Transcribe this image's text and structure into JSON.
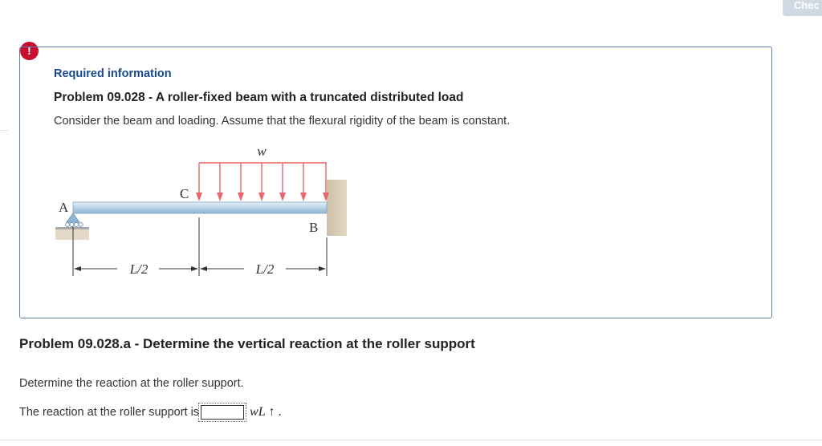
{
  "header": {
    "check_label": "Chec"
  },
  "alert": {
    "icon_glyph": "!",
    "color": "#c8102e"
  },
  "info": {
    "required_label": "Required information",
    "problem_title": "Problem 09.028 - A roller-fixed beam with a truncated distributed load",
    "problem_description": "Consider the beam and loading. Assume that the flexural rigidity of the beam is constant."
  },
  "figure": {
    "load_label": "w",
    "point_a": "A",
    "point_b": "B",
    "point_c": "C",
    "dim_left": "L/2",
    "dim_right": "L/2",
    "load_color": "#e8666a"
  },
  "part": {
    "title": "Problem 09.028.a - Determine the vertical reaction at the roller support",
    "instruction": "Determine the reaction at the roller support.",
    "answer_prefix": "The reaction at the roller support is",
    "answer_value": "",
    "unit_label": "wL",
    "unit_suffix": "↑ ."
  }
}
